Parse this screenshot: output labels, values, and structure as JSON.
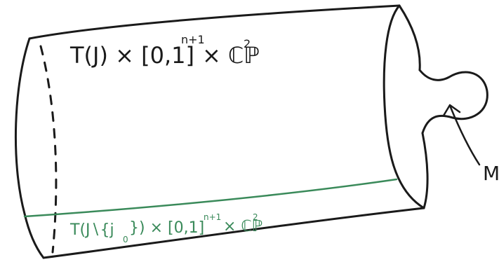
{
  "diagram": {
    "top_label": "T(J) × [0,1]",
    "top_exponent": "n+1",
    "top_tail": "× ℂℙ",
    "top_tail_exponent": "2",
    "bottom_label": "T(J∖{j",
    "bottom_subscript": "0",
    "bottom_mid": "}) × [0,1]",
    "bottom_exponent": "n+1",
    "bottom_tail": "× ℂℙ",
    "bottom_tail_exponent": "2",
    "pointer_label": "M",
    "colors": {
      "ink": "#1a1a1a",
      "green": "#3a8a5a"
    }
  }
}
